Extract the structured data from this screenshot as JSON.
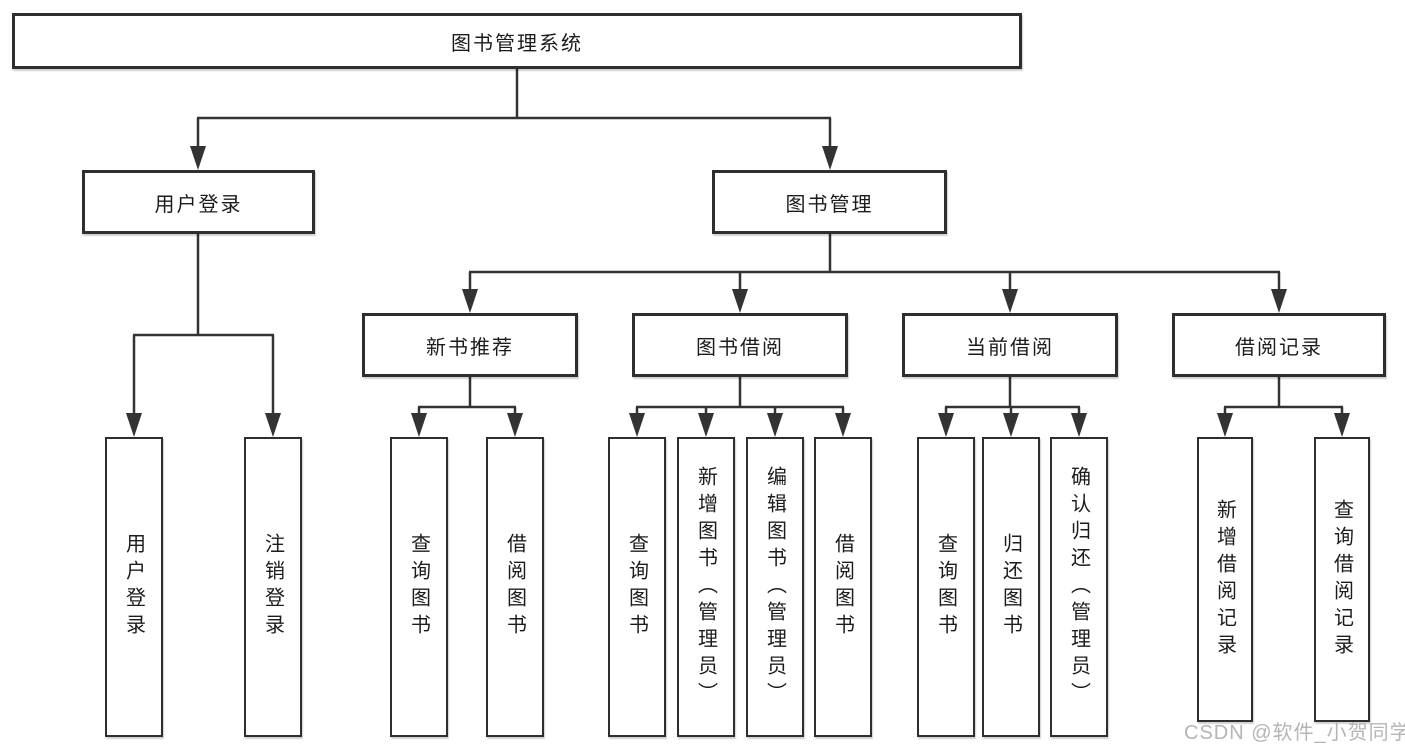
{
  "diagram_type": "tree",
  "tree": {
    "label": "图书管理系统",
    "children": [
      {
        "label": "用户登录",
        "children": [
          {
            "label": "用户登录"
          },
          {
            "label": "注销登录"
          }
        ]
      },
      {
        "label": "图书管理",
        "children": [
          {
            "label": "新书推荐",
            "children": [
              {
                "label": "查询图书"
              },
              {
                "label": "借阅图书"
              }
            ]
          },
          {
            "label": "图书借阅",
            "children": [
              {
                "label": "查询图书"
              },
              {
                "label": "新增图书（管理员）"
              },
              {
                "label": "编辑图书（管理员）"
              },
              {
                "label": "借阅图书"
              }
            ]
          },
          {
            "label": "当前借阅",
            "children": [
              {
                "label": "查询图书"
              },
              {
                "label": "归还图书"
              },
              {
                "label": "确认归还（管理员）"
              }
            ]
          },
          {
            "label": "借阅记录",
            "children": [
              {
                "label": "新增借阅记录"
              },
              {
                "label": "查询借阅记录"
              }
            ]
          }
        ]
      }
    ]
  },
  "watermark": {
    "text": "CSDN @软件_小贺同学"
  },
  "colors": {
    "line": "#333333",
    "box_border": "#2e2e2e",
    "text": "#1c1c1c",
    "watermark": "#b5b5b5",
    "background": "#ffffff"
  }
}
